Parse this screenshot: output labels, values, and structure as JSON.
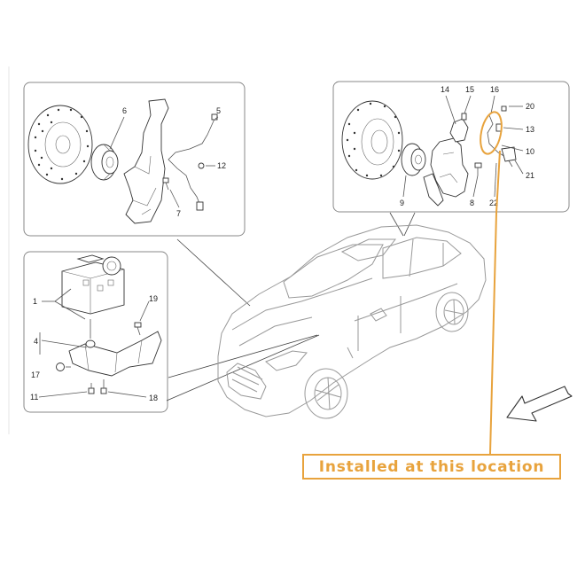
{
  "front_panel": {
    "labels": {
      "hub": "6",
      "sensor": "5",
      "bolt": "7",
      "clip": "12"
    }
  },
  "rear_panel": {
    "labels": {
      "l14": "14",
      "l15": "15",
      "l16": "16",
      "l20": "20",
      "l13": "13",
      "l10": "10",
      "l9": "9",
      "l8": "8",
      "l22": "22",
      "l21": "21"
    }
  },
  "abs_panel": {
    "labels": {
      "l1": "1",
      "l19": "19",
      "l4": "4",
      "l17": "17",
      "l11": "11",
      "l18": "18"
    }
  },
  "callout": {
    "text": "Installed at this location",
    "color": "#e8a33d"
  }
}
